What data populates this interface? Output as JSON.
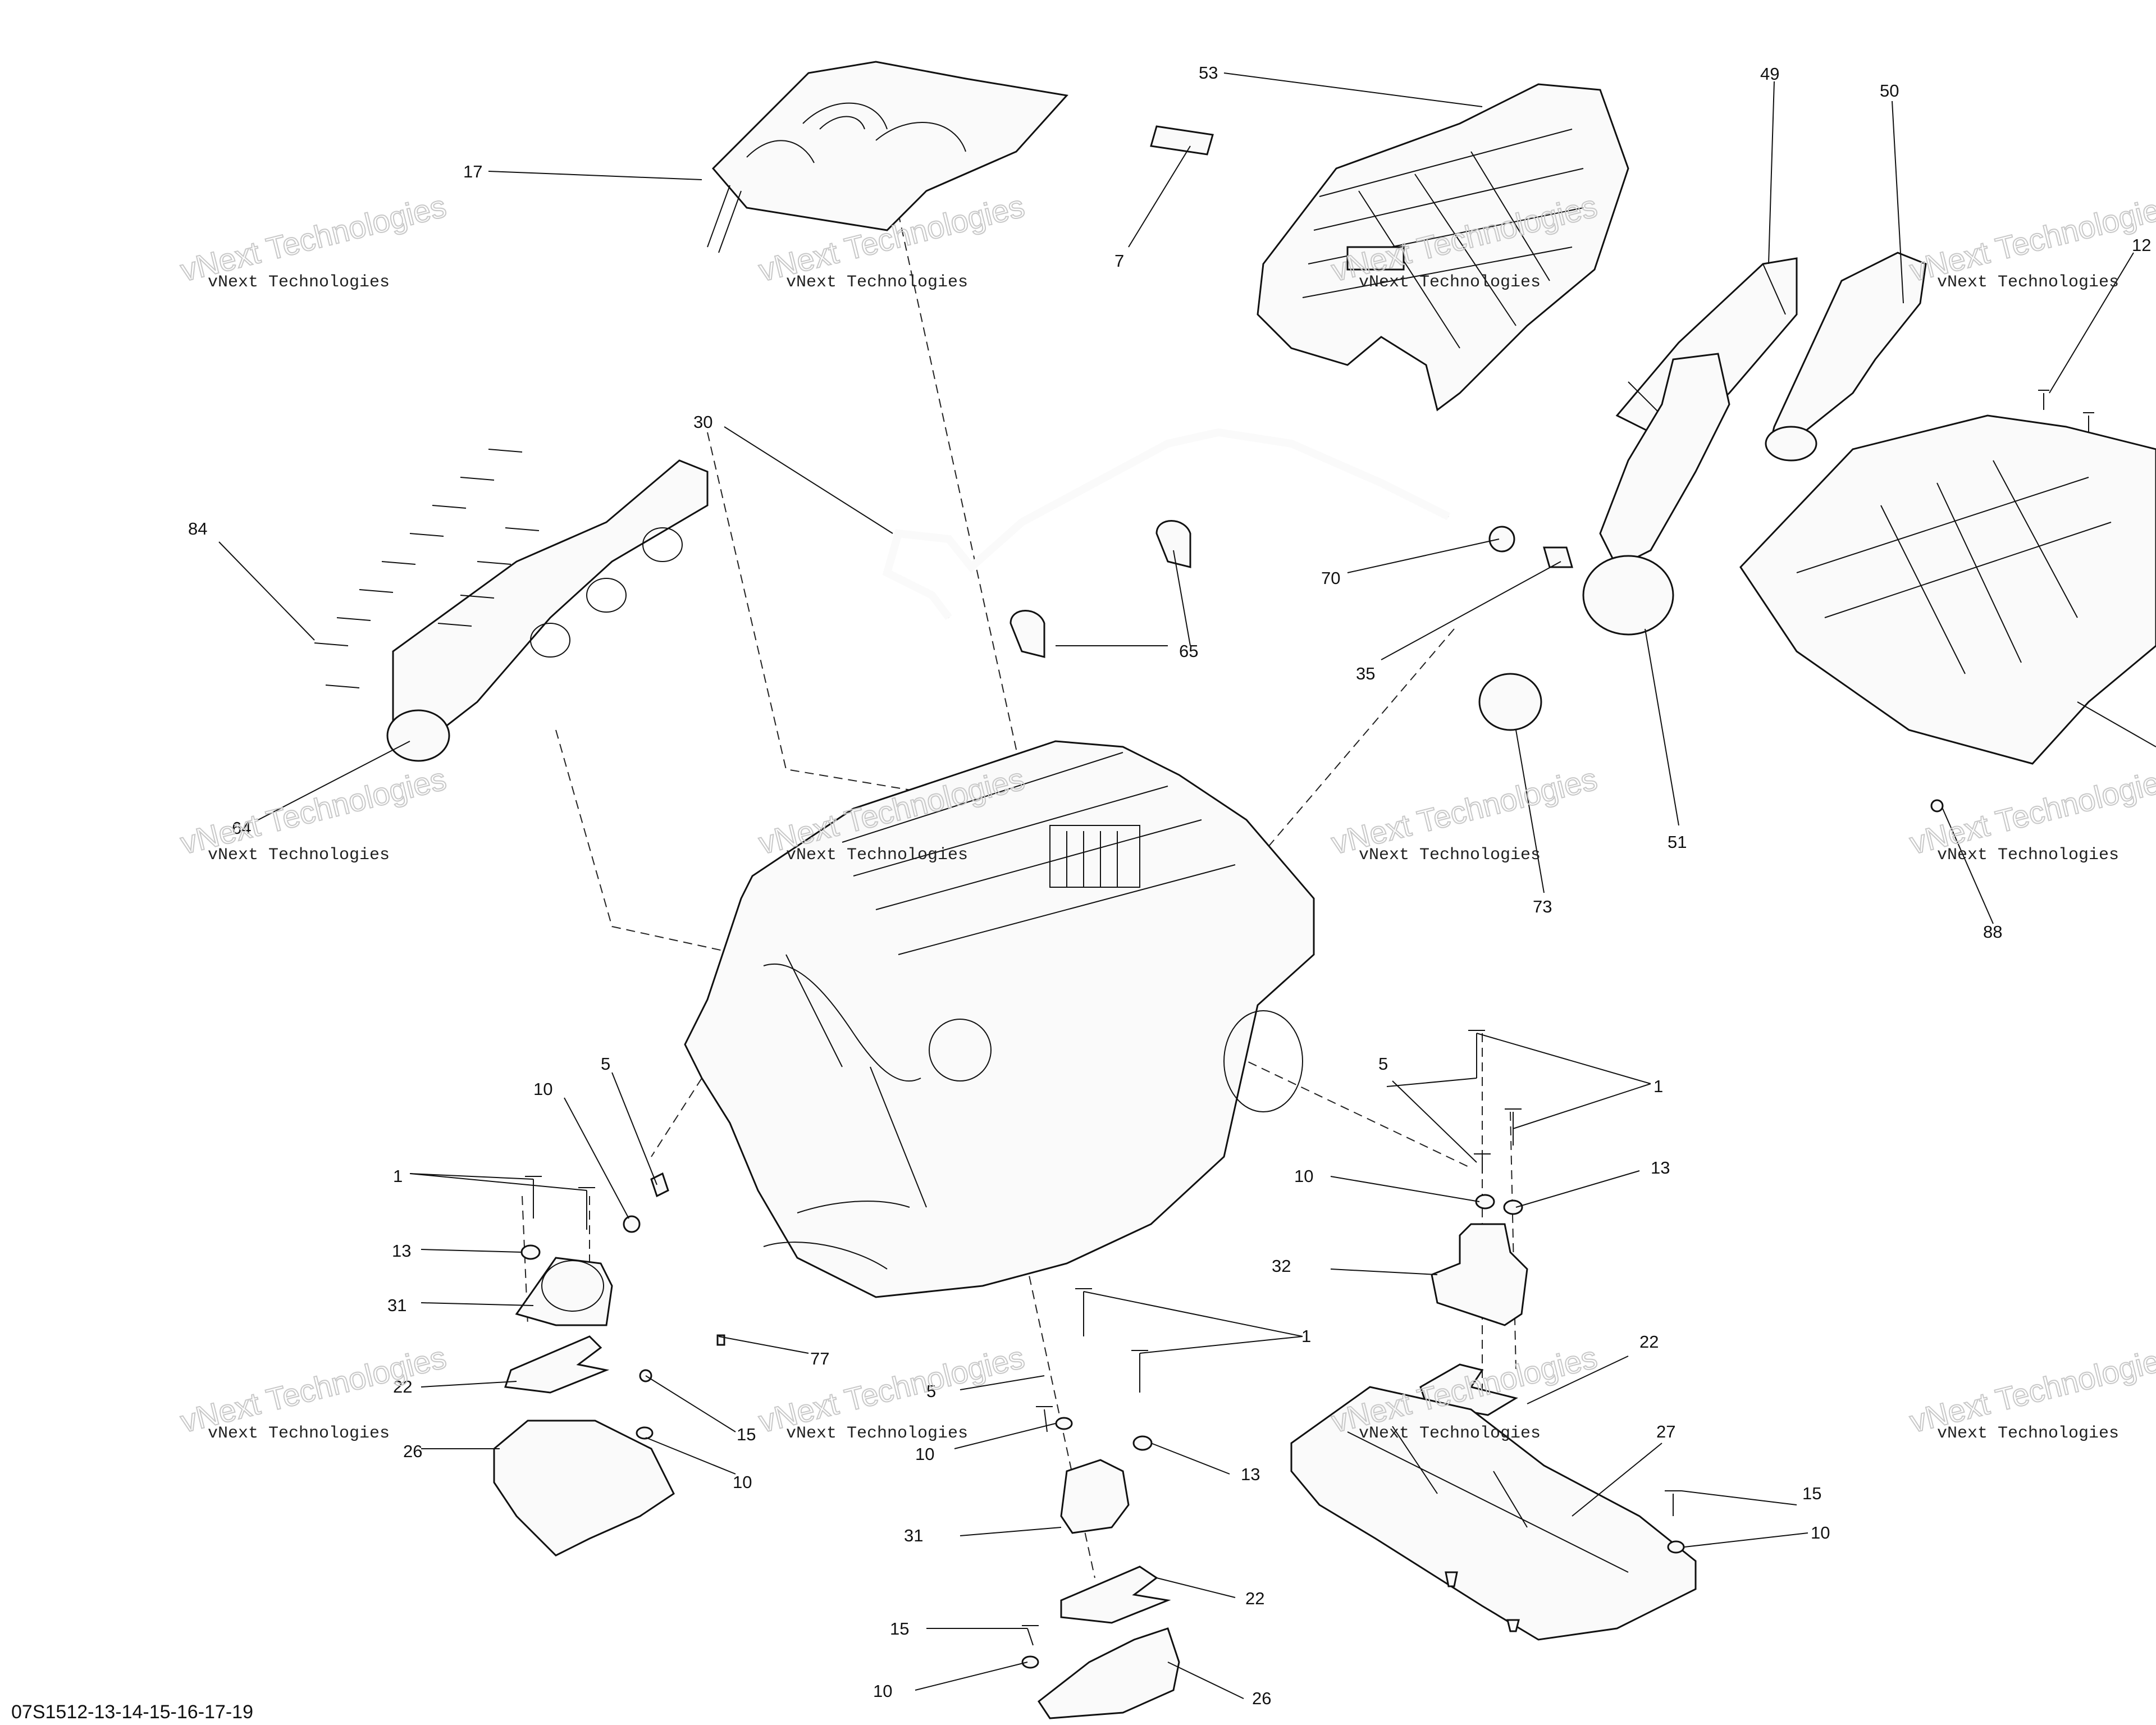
{
  "diagram_ref": "07S1512-13-14-15-16-17-19",
  "watermark": {
    "line1": "vNext Technologies",
    "line2": "vNext Technologies"
  },
  "callouts": [
    "17",
    "53",
    "49",
    "50",
    "7",
    "12",
    "30",
    "84",
    "70",
    "35",
    "65",
    "64",
    "51",
    "73",
    "88",
    "5",
    "1",
    "10",
    "13",
    "31",
    "22",
    "26",
    "15",
    "77",
    "32",
    "27"
  ]
}
